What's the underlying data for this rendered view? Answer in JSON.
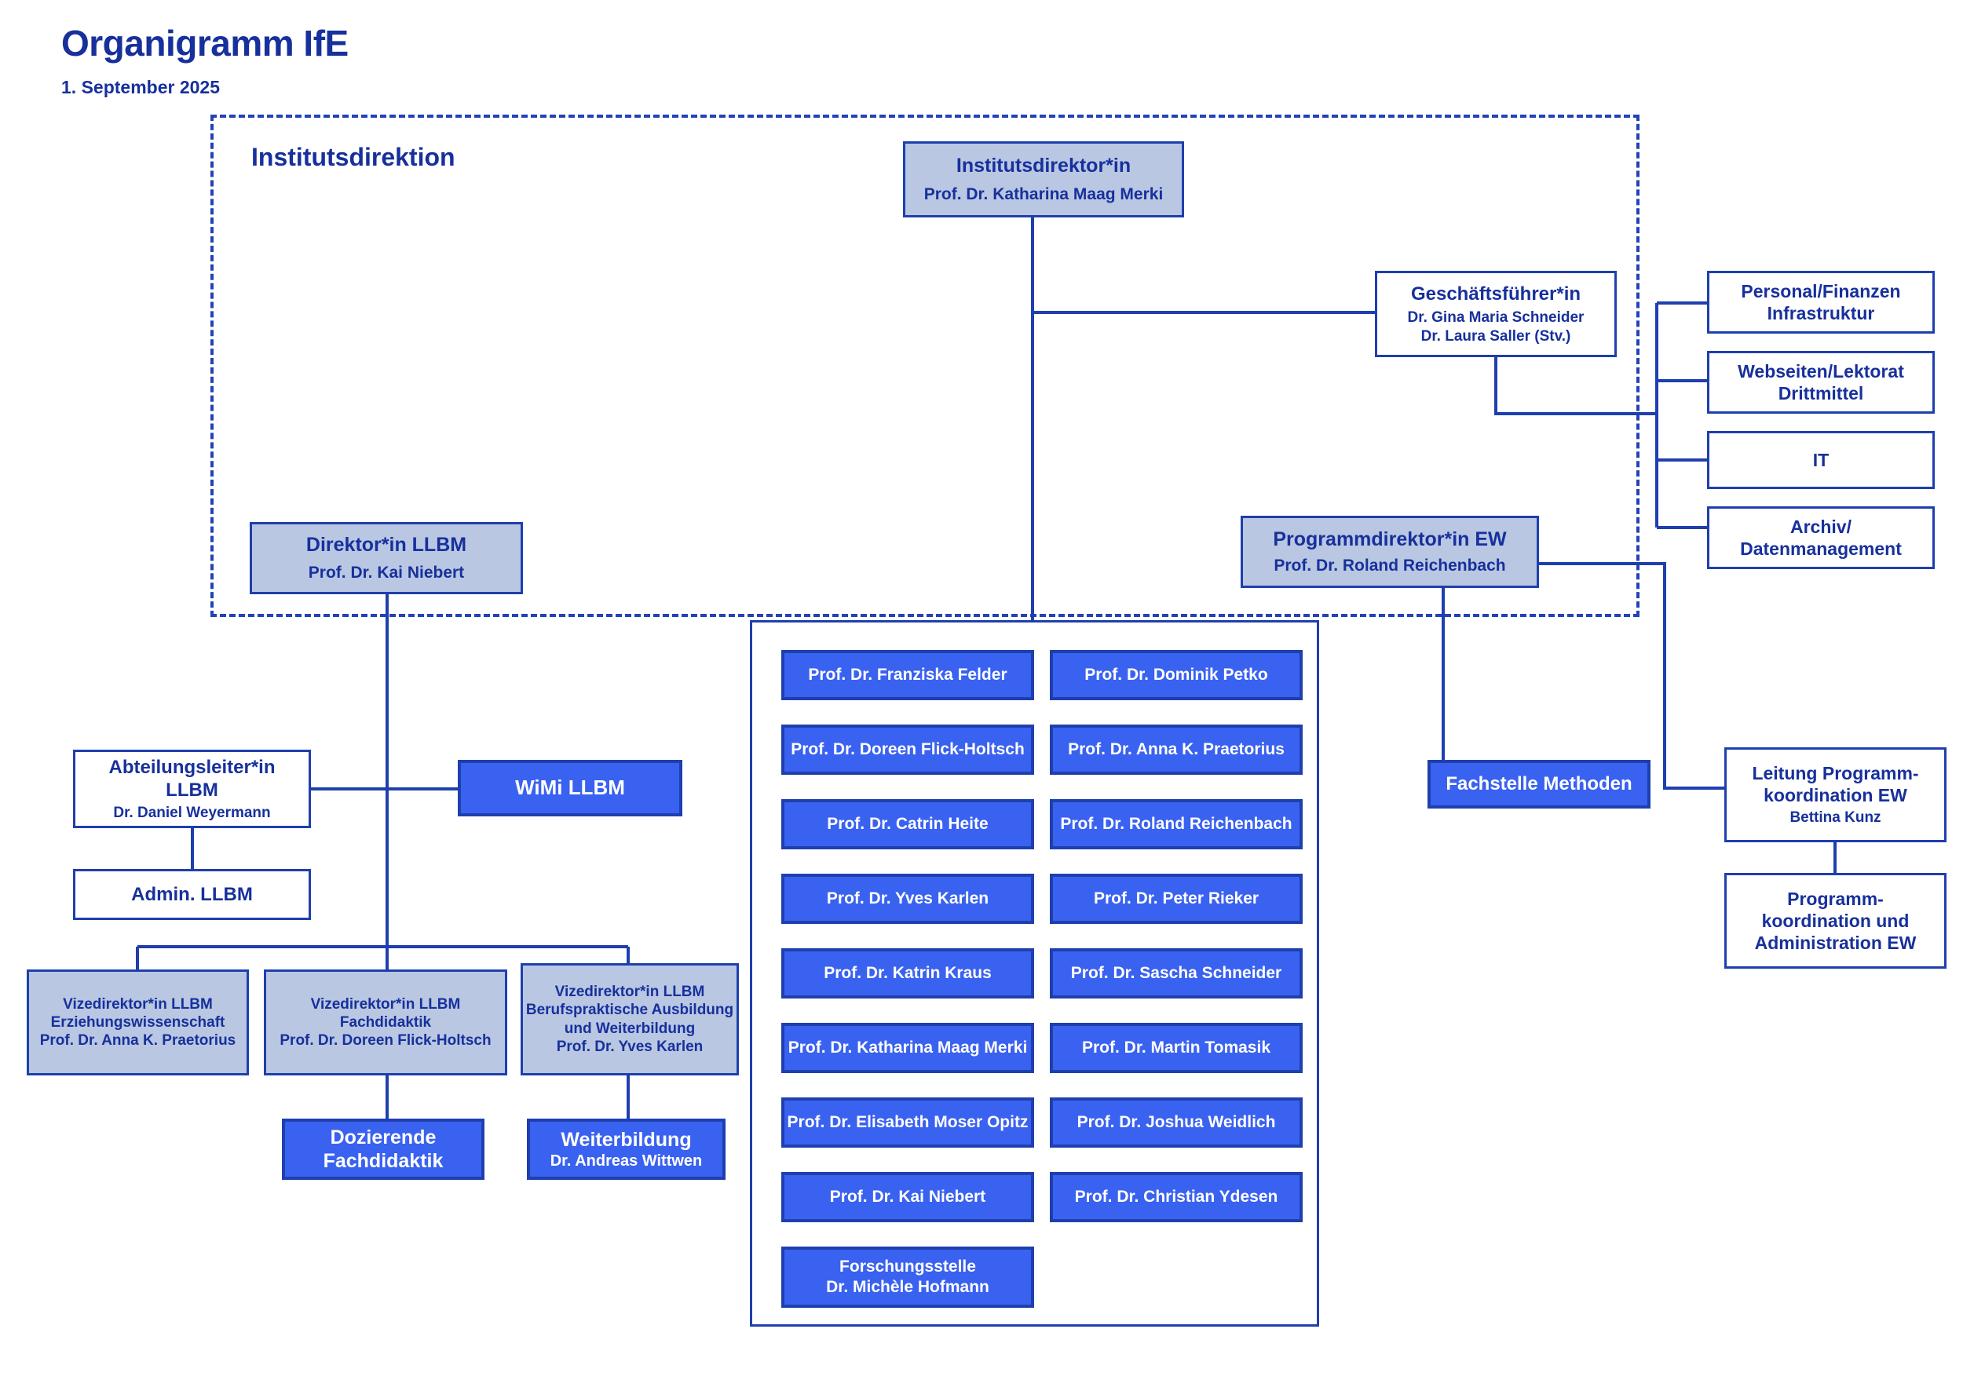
{
  "header": {
    "title": "Organigramm IfE",
    "date": "1. September 2025"
  },
  "region": {
    "label": "Institutsdirektion"
  },
  "nodes": {
    "institutsdirektor": {
      "role": "Institutsdirektor*in",
      "person": "Prof. Dr. Katharina Maag Merki"
    },
    "geschaeftsfuehrer": {
      "role": "Geschäftsführer*in",
      "person1": "Dr. Gina Maria Schneider",
      "person2": "Dr. Laura Saller (Stv.)"
    },
    "personal_finanzen": {
      "l1": "Personal/Finanzen",
      "l2": "Infrastruktur"
    },
    "webseiten": {
      "l1": "Webseiten/Lektorat",
      "l2": "Drittmittel"
    },
    "it": {
      "l1": "IT"
    },
    "archiv": {
      "l1": "Archiv/",
      "l2": "Datenmanagement"
    },
    "direktor_llbm": {
      "role": "Direktor*in LLBM",
      "person": "Prof. Dr. Kai Niebert"
    },
    "programmdirektor_ew": {
      "role": "Programmdirektor*in EW",
      "person": "Prof. Dr. Roland Reichenbach"
    },
    "abteilungsleiter": {
      "l1": "Abteilungsleiter*in",
      "l2": "LLBM",
      "person": "Dr. Daniel Weyermann"
    },
    "wimi_llbm": {
      "l1": "WiMi LLBM"
    },
    "admin_llbm": {
      "l1": "Admin. LLBM"
    },
    "vize_ew": {
      "l1": "Vizedirektor*in LLBM",
      "l2": "Erziehungswissenschaft",
      "l3": "Prof. Dr. Anna K. Praetorius"
    },
    "vize_fd": {
      "l1": "Vizedirektor*in LLBM",
      "l2": "Fachdidaktik",
      "l3": "Prof. Dr. Doreen Flick-Holtsch"
    },
    "vize_bp": {
      "l1": "Vizedirektor*in LLBM",
      "l2": "Berufspraktische Ausbildung",
      "l3": "und Weiterbildung",
      "l4": "Prof. Dr. Yves Karlen"
    },
    "dozierende_fd": {
      "l1": "Dozierende",
      "l2": "Fachdidaktik"
    },
    "weiterbildung": {
      "l1": "Weiterbildung",
      "l2": "Dr. Andreas Wittwen"
    },
    "fachstelle_methoden": {
      "l1": "Fachstelle Methoden"
    },
    "leitung_pk": {
      "l1": "Leitung  Programm-",
      "l2": "koordination EW",
      "person": "Bettina Kunz"
    },
    "pk_admin": {
      "l1": "Programm-",
      "l2": "koordination und",
      "l3": "Administration EW"
    }
  },
  "professors": {
    "column_left": [
      {
        "name": "Prof. Dr. Franziska Felder"
      },
      {
        "name": "Prof. Dr. Doreen Flick-Holtsch"
      },
      {
        "name": "Prof. Dr. Catrin Heite"
      },
      {
        "name": "Prof. Dr. Yves Karlen"
      },
      {
        "name": "Prof. Dr. Katrin Kraus"
      },
      {
        "name": "Prof. Dr. Katharina Maag Merki"
      },
      {
        "name": "Prof. Dr. Elisabeth Moser Opitz"
      },
      {
        "name": "Prof. Dr. Kai Niebert"
      },
      {
        "name": "Forschungsstelle",
        "name2": "Dr. Michèle Hofmann"
      }
    ],
    "column_right": [
      {
        "name": "Prof. Dr. Dominik Petko"
      },
      {
        "name": "Prof. Dr. Anna K. Praetorius"
      },
      {
        "name": "Prof. Dr. Roland Reichenbach"
      },
      {
        "name": "Prof. Dr. Peter Rieker"
      },
      {
        "name": "Prof. Dr. Sascha Schneider"
      },
      {
        "name": "Prof. Dr. Martin Tomasik"
      },
      {
        "name": "Prof. Dr. Joshua Weidlich"
      },
      {
        "name": "Prof. Dr. Christian Ydesen"
      }
    ]
  },
  "colors": {
    "brand_blue": "#17309c",
    "line_blue": "#1f3fae",
    "light_fill": "#b9c7e2",
    "bright_fill": "#3a62f0",
    "white": "#ffffff"
  }
}
